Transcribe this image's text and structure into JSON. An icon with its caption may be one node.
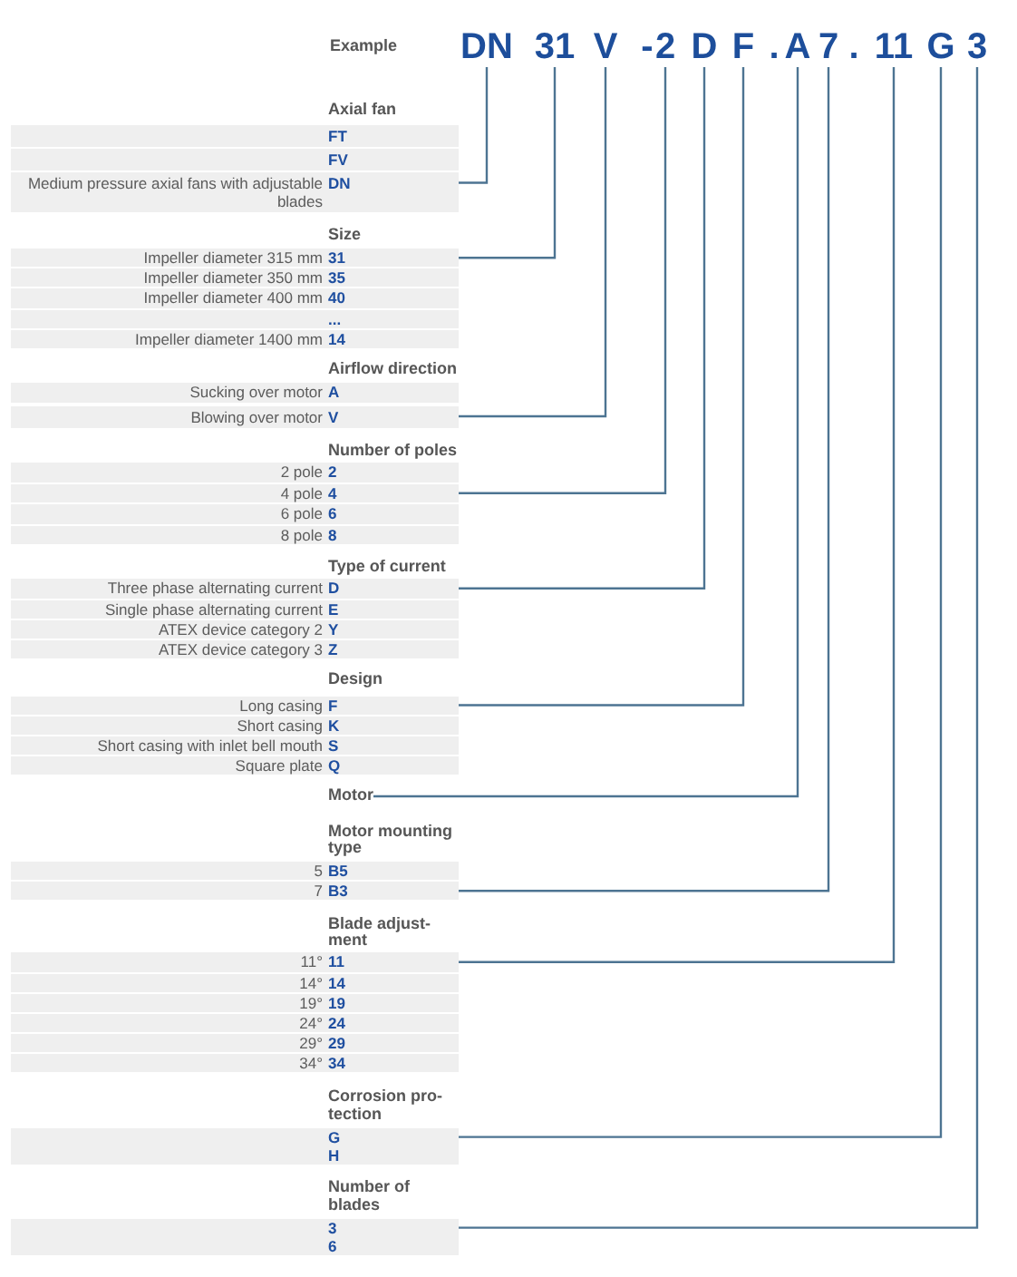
{
  "diagram": {
    "nodes": [
      {
        "text": [
          "DN"
        ]
      },
      {
        "text": [
          "31"
        ]
      },
      {
        "text": [
          "V"
        ]
      },
      {
        "text": [
          "2"
        ]
      },
      {
        "text": [
          "D"
        ]
      },
      {
        "text": [
          "F"
        ]
      },
      {
        "text": [
          "A"
        ]
      },
      {
        "text": [
          "7"
        ]
      },
      {
        "text": [
          "11"
        ]
      },
      {
        "text": [
          "G"
        ]
      },
      {
        "text": [
          "3"
        ]
      },
      {
        "text": [
          "FT"
        ]
      },
      {
        "text": [
          "FV"
        ]
      },
      {
        "text": [
          "Medium pressure axial fans with adjustable blades",
          "DN"
        ]
      },
      {
        "text": [
          "Impeller diameter 315 mm",
          "31"
        ]
      },
      {
        "text": [
          "Impeller diameter 350 mm",
          "35"
        ]
      },
      {
        "text": [
          "Impeller diameter 400 mm",
          "40"
        ]
      },
      {
        "text": [
          "..."
        ]
      },
      {
        "text": [
          "Impeller diameter 1400 mm",
          "14"
        ]
      },
      {
        "text": [
          "Sucking over motor",
          "A"
        ]
      },
      {
        "text": [
          "Blowing over motor",
          "V"
        ]
      },
      {
        "text": [
          "2 pole",
          "2"
        ]
      },
      {
        "text": [
          "4 pole",
          "4"
        ]
      },
      {
        "text": [
          "6 pole",
          "6"
        ]
      },
      {
        "text": [
          "8 pole",
          "8"
        ]
      },
      {
        "text": [
          "Three phase alternating current",
          "D"
        ]
      },
      {
        "text": [
          "Single phase alternating current",
          "E"
        ]
      },
      {
        "text": [
          "ATEX device category 2",
          "Y"
        ]
      },
      {
        "text": [
          "ATEX device category 3",
          "Z"
        ]
      },
      {
        "text": [
          "Long casing",
          "F"
        ]
      },
      {
        "text": [
          "Short casing",
          "K"
        ]
      },
      {
        "text": [
          "Short casing with inlet bell mouth",
          "S"
        ]
      },
      {
        "text": [
          "Square plate",
          "Q"
        ]
      },
      {
        "text": [
          "Motor"
        ]
      },
      {
        "text": [
          "5",
          "B5"
        ]
      },
      {
        "text": [
          "7",
          "B3"
        ]
      },
      {
        "text": [
          "11°",
          "11"
        ]
      },
      {
        "text": [
          "14°",
          "14"
        ]
      },
      {
        "text": [
          "19°",
          "19"
        ]
      },
      {
        "text": [
          "24°",
          "24"
        ]
      },
      {
        "text": [
          "29°",
          "29"
        ]
      },
      {
        "text": [
          "34°",
          "34"
        ]
      },
      {
        "text": [
          "G"
        ]
      },
      {
        "text": [
          "H"
        ]
      },
      {
        "text": [
          "3"
        ]
      },
      {
        "text": [
          "6"
        ]
      }
    ],
    "edges": [
      {
        "from": 0,
        "to": 13,
        "arrow": "none"
      },
      {
        "from": 1,
        "to": 14,
        "arrow": "none"
      },
      {
        "from": 2,
        "to": 20,
        "arrow": "none"
      },
      {
        "from": 3,
        "to": 22,
        "arrow": "none"
      },
      {
        "from": 4,
        "to": 25,
        "arrow": "none"
      },
      {
        "from": 5,
        "to": 29,
        "arrow": "none"
      },
      {
        "from": 6,
        "to": 33,
        "arrow": "none"
      },
      {
        "from": 7,
        "to": 35,
        "arrow": "none"
      },
      {
        "from": 8,
        "to": 36,
        "arrow": "none"
      },
      {
        "from": 9,
        "to": 42,
        "arrow": "none"
      },
      {
        "from": 10,
        "to": 44,
        "arrow": "none"
      }
    ],
    "labels": [
      "Example",
      "-",
      ".",
      ".",
      "Axial fan",
      "Size",
      "Airflow direction",
      "Number of poles",
      "Type of current",
      "Design",
      "Motor mounting type",
      "Blade adjust- ment",
      "Corrosion pro- tection",
      "Number of blades"
    ]
  }
}
